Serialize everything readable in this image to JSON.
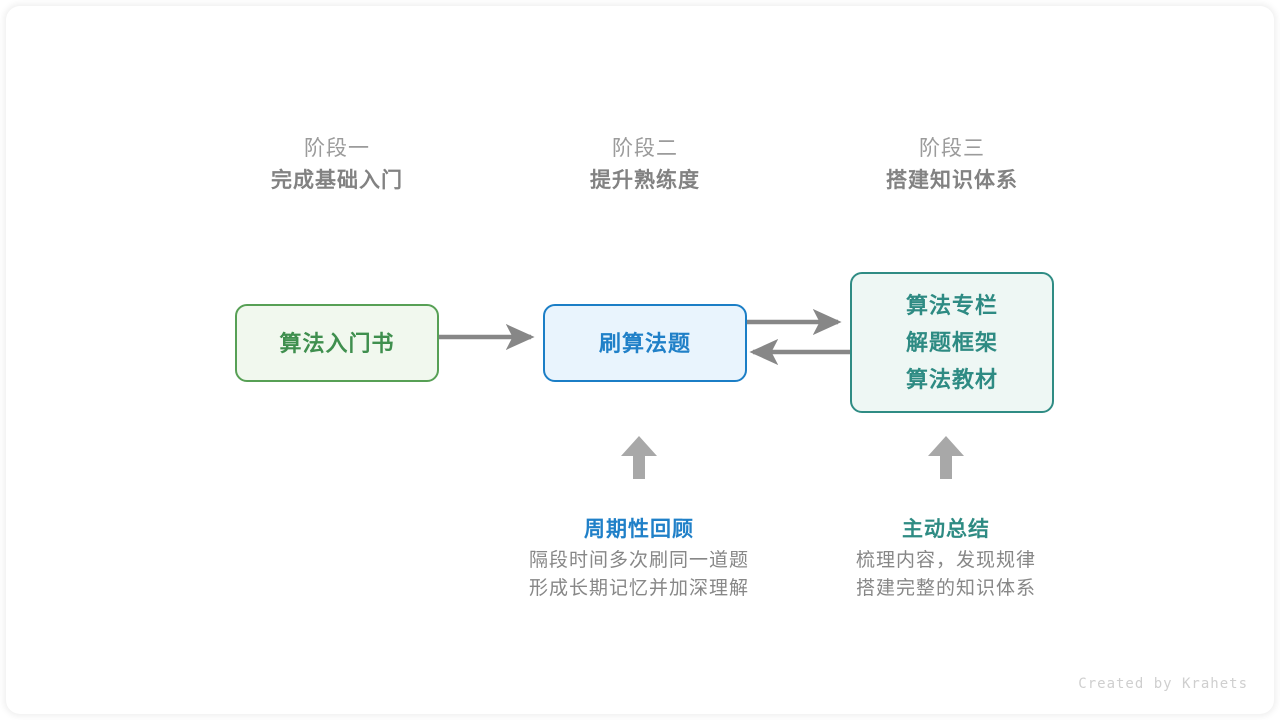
{
  "meta": {
    "credit": "Created by Krahets",
    "background": "#ffffff"
  },
  "stages": [
    {
      "index": "阶段一",
      "title": "完成基础入门"
    },
    {
      "index": "阶段二",
      "title": "提升熟练度"
    },
    {
      "index": "阶段三",
      "title": "搭建知识体系"
    }
  ],
  "nodes": [
    {
      "id": "book",
      "lines": [
        "算法入门书"
      ],
      "border_color": "#57a055",
      "fill_color": "#f1f8ee",
      "text_color": "#3f8f4e"
    },
    {
      "id": "practice",
      "lines": [
        "刷算法题"
      ],
      "border_color": "#1b7ec6",
      "fill_color": "#e9f4fd",
      "text_color": "#2080c8"
    },
    {
      "id": "resources",
      "lines": [
        "算法专栏",
        "解题框架",
        "算法教材"
      ],
      "border_color": "#2f8c84",
      "fill_color": "#eef7f4",
      "text_color": "#2e8b83"
    }
  ],
  "arrows": {
    "color": "#878787",
    "up_arrow_color": "#a8a8a8",
    "items": [
      {
        "name": "book-to-practice",
        "direction": "right"
      },
      {
        "name": "practice-to-resources",
        "direction": "right"
      },
      {
        "name": "resources-to-practice",
        "direction": "left"
      },
      {
        "name": "review-up",
        "direction": "up"
      },
      {
        "name": "summary-up",
        "direction": "up"
      }
    ]
  },
  "annotations": [
    {
      "id": "review",
      "title": "周期性回顾",
      "title_color": "#2080c8",
      "desc": [
        "隔段时间多次刷同一道题",
        "形成长期记忆并加深理解"
      ]
    },
    {
      "id": "summary",
      "title": "主动总结",
      "title_color": "#2e8b83",
      "desc": [
        "梳理内容，发现规律",
        "搭建完整的知识体系"
      ]
    }
  ]
}
